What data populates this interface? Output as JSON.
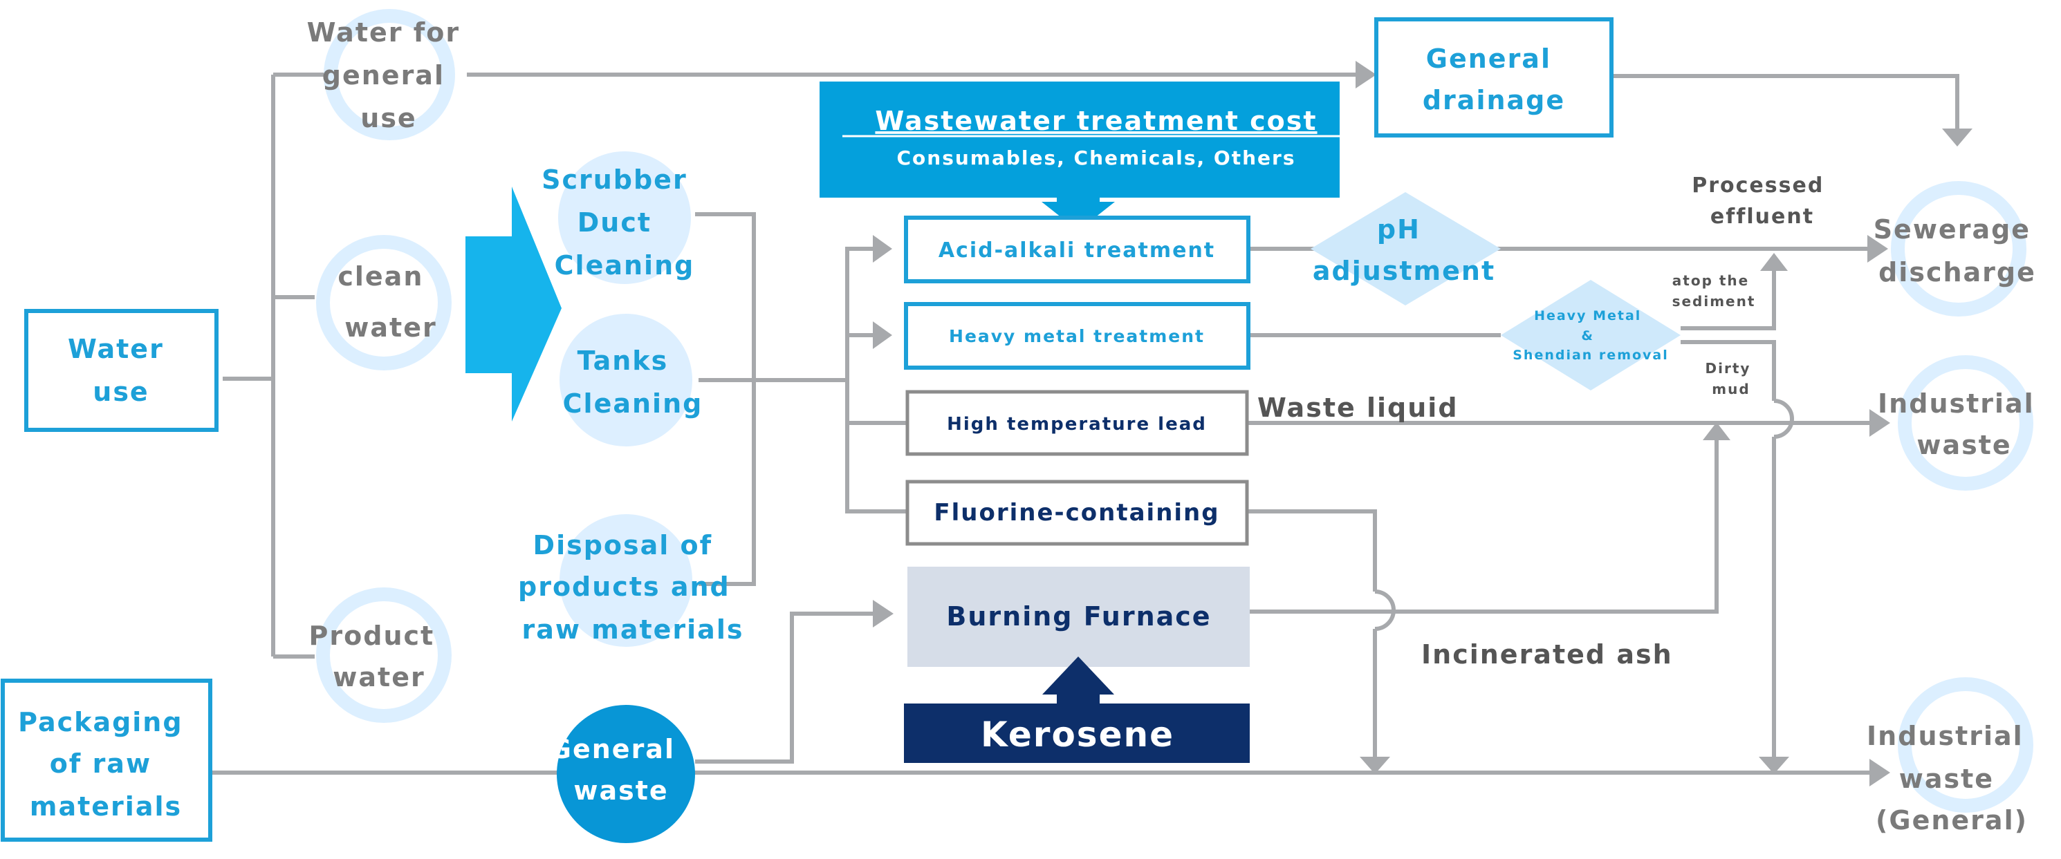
{
  "colors": {
    "blue": "#1da0d8",
    "dark_blue": "#0d2f6a",
    "gray": "#a7a9ac",
    "gray_text": "#7a7a7a",
    "dark_gray_text": "#555555",
    "light_circle": "#dcefff",
    "light_diamond": "#cfe9fb",
    "banner_blue": "#04a0dc",
    "arrow_blue": "#16b4ec",
    "furnace_fill": "#d6dde8",
    "general_waste_fill": "#0896d6"
  },
  "icons": [
    "flow-arrow",
    "circle-marker",
    "diamond-process",
    "line-hop"
  ],
  "nodes": {
    "water_use": [
      "Water",
      "use"
    ],
    "packaging": [
      "Packaging",
      "of raw",
      "materials"
    ],
    "water_general": [
      "Water for",
      "general",
      "use"
    ],
    "clean_water": [
      "clean",
      "water"
    ],
    "product_water": [
      "Product",
      "water"
    ],
    "general_waste": [
      "General",
      "waste"
    ],
    "scrubber": [
      "Scrubber",
      "Duct",
      "Cleaning"
    ],
    "tanks": [
      "Tanks",
      "Cleaning"
    ],
    "disposal": [
      "Disposal of",
      "products and",
      "raw materials"
    ],
    "general_drainage": [
      "General",
      "drainage"
    ],
    "cost_title": "Wastewater treatment cost",
    "cost_sub": "Consumables, Chemicals, Others",
    "acid": "Acid-alkali treatment",
    "heavy": "Heavy metal treatment",
    "hightemp": "High temperature lead",
    "fluorine": "Fluorine-containing",
    "furnace": "Burning Furnace",
    "kerosene": "Kerosene",
    "ph": [
      "pH",
      "adjustment"
    ],
    "hm_removal": [
      "Heavy Metal",
      "&",
      "Shendian removal"
    ],
    "sewerage": [
      "Sewerage",
      "discharge"
    ],
    "industrial": [
      "Industrial",
      "waste"
    ],
    "industrial_general": [
      "Industrial",
      "waste",
      "(General)"
    ]
  },
  "labels": {
    "processed": [
      "Processed",
      "effluent"
    ],
    "atop": [
      "atop the",
      "sediment"
    ],
    "dirty": [
      "Dirty",
      "mud"
    ],
    "waste_liquid": "Waste liquid",
    "incinerated": "Incinerated ash"
  }
}
